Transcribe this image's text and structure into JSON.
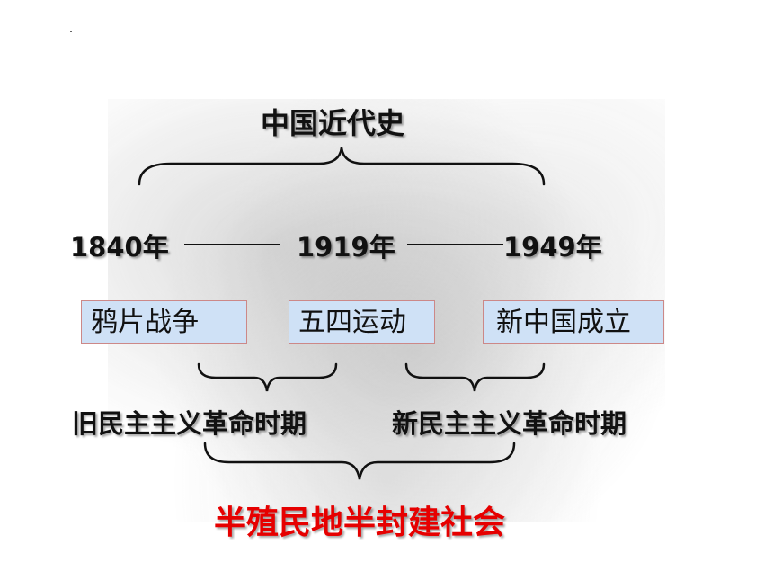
{
  "title": "中国近代史",
  "timeline": {
    "years": [
      "1840年",
      "1919年",
      "1949年"
    ]
  },
  "events": [
    "鸦片战争",
    "五四运动",
    "新中国成立"
  ],
  "periods": [
    "旧民主主义革命时期",
    "新民主主义革命时期"
  ],
  "society": "半殖民地半封建社会",
  "colors": {
    "event_box_fill": "#cfe1f6",
    "society_text": "#e60000"
  }
}
